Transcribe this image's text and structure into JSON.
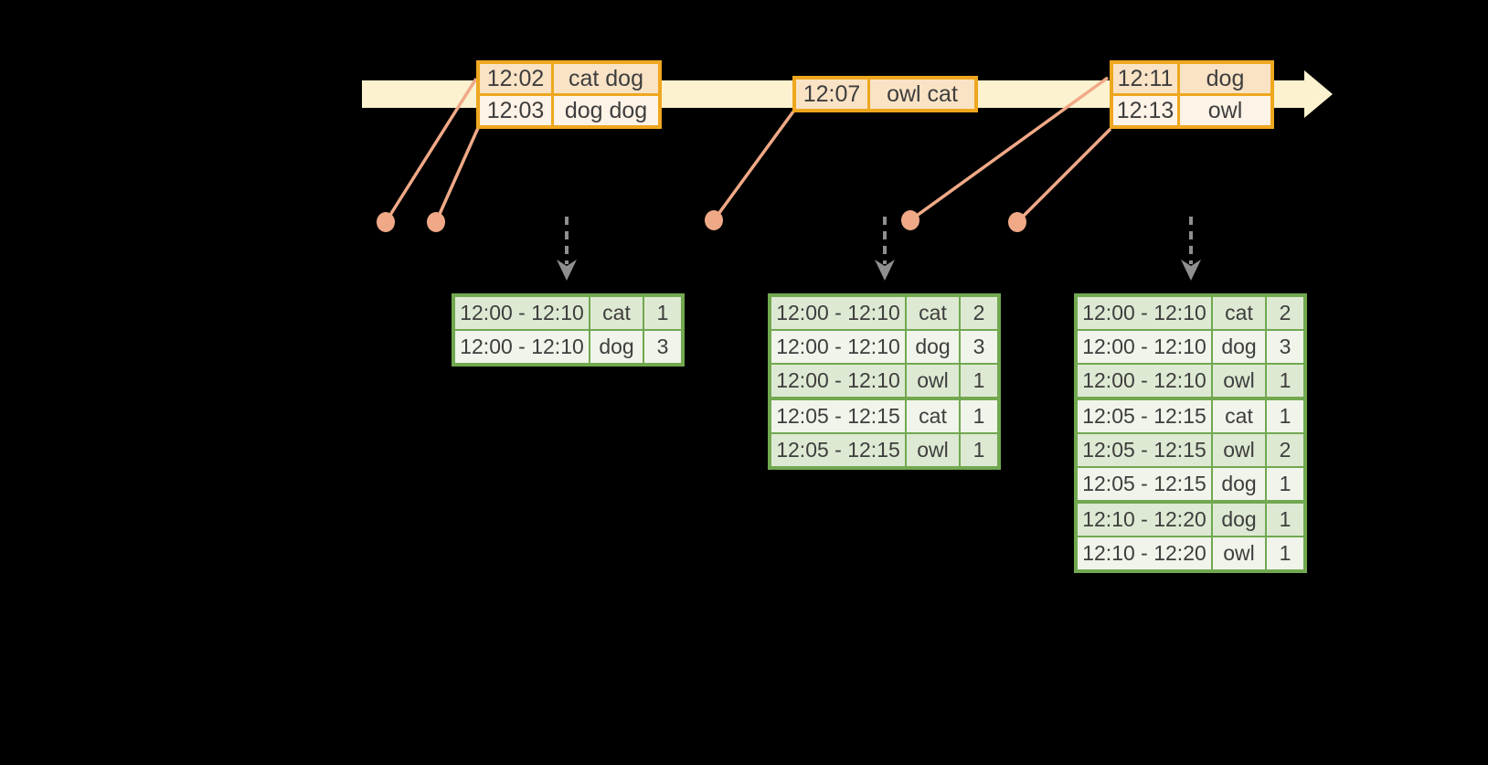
{
  "background": "#000000",
  "colors": {
    "stream_band": "#fcf2cf",
    "event_table_border": "#efa71f",
    "event_row_dark": "#fae3c5",
    "event_row_light": "#fdf3e6",
    "connector_salmon": "#f0a987",
    "result_table_border": "#71a850",
    "result_row_dark": "#dee9d3",
    "result_row_light": "#f0f4ea",
    "trigger_arrow_gray": "#8f8f8f",
    "text": "#3e3e3e"
  },
  "icons": {
    "timeline_arrow_icon": "right-arrow",
    "trigger_arrow_icon": "dashed-down-arrow",
    "event_dot_icon": "filled-circle"
  },
  "event_tables": [
    {
      "rows": [
        {
          "time": "12:02",
          "words": "cat dog"
        },
        {
          "time": "12:03",
          "words": "dog dog"
        }
      ]
    },
    {
      "rows": [
        {
          "time": "12:07",
          "words": "owl cat"
        }
      ]
    },
    {
      "rows": [
        {
          "time": "12:11",
          "words": "dog"
        },
        {
          "time": "12:13",
          "words": "owl"
        }
      ]
    }
  ],
  "result_tables": [
    {
      "rows": [
        {
          "window": "12:00 - 12:10",
          "word": "cat",
          "count": "1"
        },
        {
          "window": "12:00 - 12:10",
          "word": "dog",
          "count": "3"
        }
      ]
    },
    {
      "rows": [
        {
          "window": "12:00 - 12:10",
          "word": "cat",
          "count": "2"
        },
        {
          "window": "12:00 - 12:10",
          "word": "dog",
          "count": "3"
        },
        {
          "window": "12:00 - 12:10",
          "word": "owl",
          "count": "1"
        },
        {
          "window": "12:05 - 12:15",
          "word": "cat",
          "count": "1"
        },
        {
          "window": "12:05 - 12:15",
          "word": "owl",
          "count": "1"
        }
      ]
    },
    {
      "rows": [
        {
          "window": "12:00 - 12:10",
          "word": "cat",
          "count": "2"
        },
        {
          "window": "12:00 - 12:10",
          "word": "dog",
          "count": "3"
        },
        {
          "window": "12:00 - 12:10",
          "word": "owl",
          "count": "1"
        },
        {
          "window": "12:05 - 12:15",
          "word": "cat",
          "count": "1"
        },
        {
          "window": "12:05 - 12:15",
          "word": "owl",
          "count": "2"
        },
        {
          "window": "12:05 - 12:15",
          "word": "dog",
          "count": "1"
        },
        {
          "window": "12:10 - 12:20",
          "word": "dog",
          "count": "1"
        },
        {
          "window": "12:10 - 12:20",
          "word": "owl",
          "count": "1"
        }
      ]
    }
  ]
}
